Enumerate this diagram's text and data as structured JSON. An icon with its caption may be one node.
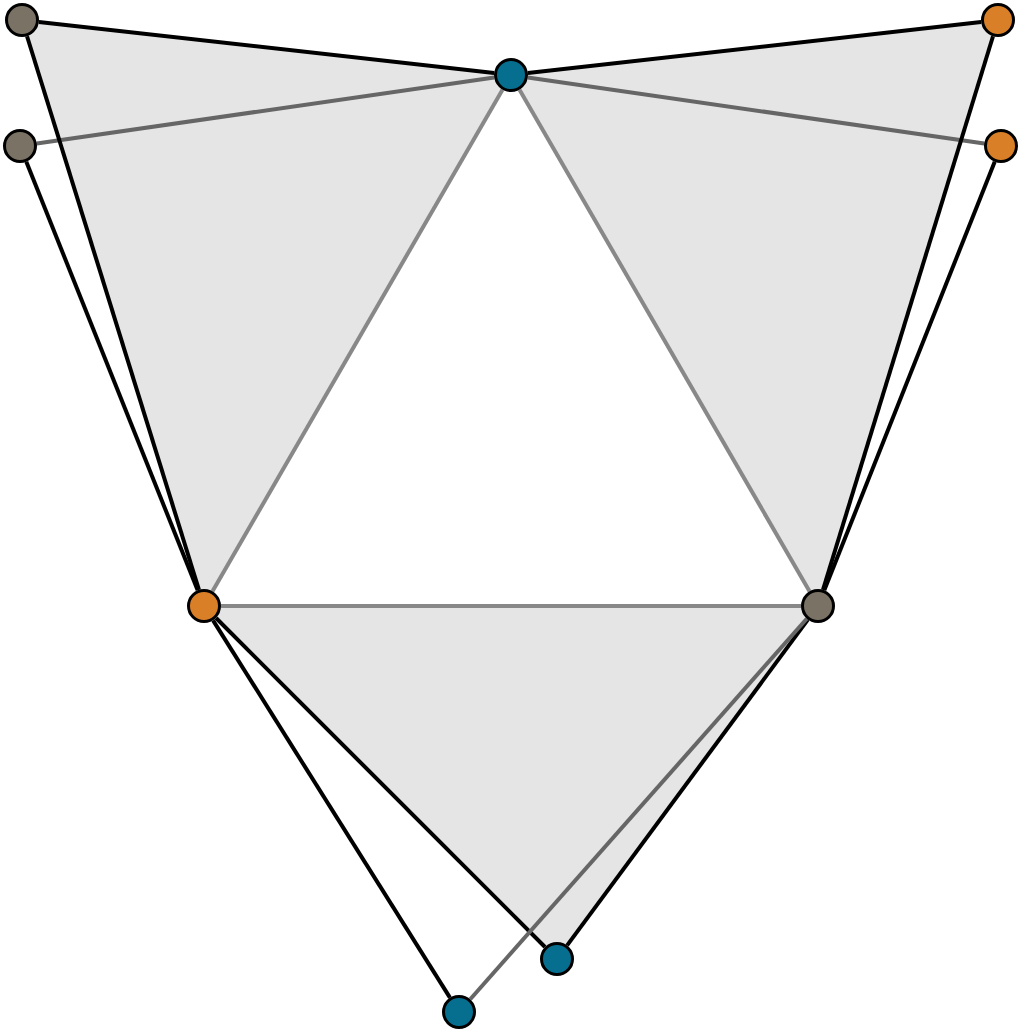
{
  "diagram": {
    "nodes": [
      {
        "text": [],
        "shape": "circle"
      },
      {
        "text": [],
        "shape": "circle"
      },
      {
        "text": [],
        "shape": "circle"
      },
      {
        "text": [],
        "shape": "circle"
      },
      {
        "text": [],
        "shape": "circle"
      },
      {
        "text": [],
        "shape": "circle"
      },
      {
        "text": [],
        "shape": "circle"
      },
      {
        "text": [],
        "shape": "circle"
      },
      {
        "text": [],
        "shape": "circle"
      }
    ],
    "edges": [
      {
        "from": 0,
        "to": 2,
        "arrow": "none"
      },
      {
        "from": 2,
        "to": 1,
        "arrow": "none"
      },
      {
        "from": 3,
        "to": 2,
        "arrow": "none",
        "color": "#666666"
      },
      {
        "from": 2,
        "to": 4,
        "arrow": "none",
        "color": "#666666"
      },
      {
        "from": 0,
        "to": 5,
        "arrow": "none"
      },
      {
        "from": 3,
        "to": 5,
        "arrow": "none"
      },
      {
        "from": 1,
        "to": 6,
        "arrow": "none"
      },
      {
        "from": 4,
        "to": 6,
        "arrow": "none"
      },
      {
        "from": 2,
        "to": 5,
        "arrow": "none",
        "color": "#888888"
      },
      {
        "from": 2,
        "to": 6,
        "arrow": "none",
        "color": "#888888"
      },
      {
        "from": 5,
        "to": 6,
        "arrow": "none",
        "color": "#888888"
      },
      {
        "from": 5,
        "to": 7,
        "arrow": "none"
      },
      {
        "from": 5,
        "to": 8,
        "arrow": "none"
      },
      {
        "from": 6,
        "to": 7,
        "arrow": "none"
      },
      {
        "from": 6,
        "to": 8,
        "arrow": "none",
        "color": "#666666"
      }
    ]
  }
}
